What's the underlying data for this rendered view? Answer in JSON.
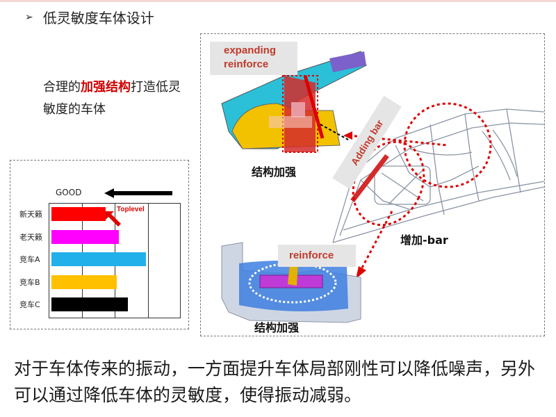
{
  "heading": {
    "bullet": "➢",
    "text": "低灵敏度车体设计"
  },
  "subtitle": {
    "pre": "合理的",
    "highlight": "加强结构",
    "post": "打造低灵敏度的车体"
  },
  "chart_data": {
    "type": "bar",
    "orientation": "horizontal",
    "direction_label": "GOOD",
    "direction_arrow": "left",
    "categories": [
      "新天籁",
      "老天籁",
      "竞车A",
      "竞车B",
      "竞车C"
    ],
    "values": [
      1.7,
      2.1,
      2.95,
      2.05,
      2.4
    ],
    "xlim": [
      0,
      4
    ],
    "colors": [
      "#ff0000",
      "#ff00ff",
      "#22b0ea",
      "#ffc000",
      "#000000"
    ],
    "annotation": "Toplevel",
    "grid": "vertical lines"
  },
  "diagram": {
    "tags": {
      "expanding": "expanding reinforce",
      "bar": "Adding bar",
      "reinforce": "reinforce"
    },
    "labels": {
      "top_left": "结构加强",
      "middle": "增加-bar",
      "bottom": "结构加强"
    }
  },
  "bottom_text": "对于车体传来的振动，一方面提升车体局部刚性可以降低噪声，另外可以通过降低车体的灵敏度，使得振动减弱。"
}
